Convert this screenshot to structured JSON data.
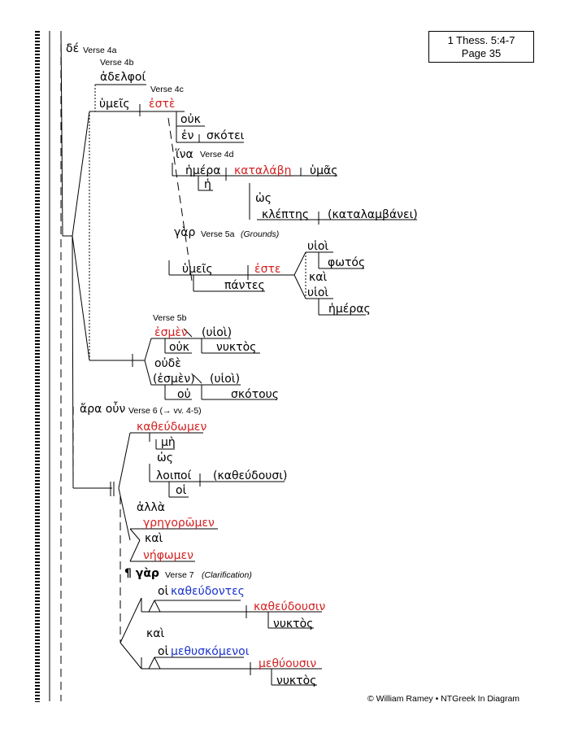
{
  "reference": {
    "line1": "1 Thess. 5:4-7",
    "line2": "Page 35"
  },
  "credit": "© William Ramey • NTGreek In Diagram",
  "labels": {
    "v4a": "Verse 4a",
    "v4b": "Verse 4b",
    "v4c": "Verse 4c",
    "v4d": "Verse 4d",
    "v5a": "Verse 5a",
    "v5a_note": "(Grounds)",
    "v5b": "Verse 5b",
    "v6": "Verse 6 (→ vv. 4-5)",
    "v7": "Verse 7",
    "v7_note": "(Clarification)"
  },
  "words": {
    "de": "δέ",
    "adelphoi": "ἀδελφοί",
    "hymeis1": "ὑμεῖς",
    "este1": "ἐστὲ",
    "ouk1": "οὐκ",
    "en": "ἐν",
    "skotei": "σκότει",
    "hina": "ἵνα",
    "hemera": "ἡμέρα",
    "katalabe": "καταλάβῃ",
    "hymas": "ὑμᾶς",
    "he": "ἡ",
    "hos1": "ὡς",
    "kleptes": "κλέπτης",
    "katalambanei": "(καταλαμβάνει)",
    "gar1": "γὰρ",
    "hymeis2": "ὑμεῖς",
    "pantes": "πάντες",
    "este2": "ἐστε",
    "huioi1": "υἱοὶ",
    "photos": "φωτός",
    "kai1": "καὶ",
    "huioi2": "υἱοὶ",
    "hemeras": "ἡμέρας",
    "esmen1": "ἐσμὲν",
    "huioi3": "(υἱοὶ)",
    "ouk2": "οὐκ",
    "nyktos1": "νυκτὸς",
    "oude": "οὐδὲ",
    "esmen2": "(ἐσμὲν)",
    "huioi4": "(υἱοὶ)",
    "ou": "οὐ",
    "skotous": "σκότους",
    "ara_oun": "ἄρα οὖν",
    "katheudomen": "καθεύδωμεν",
    "me": "μὴ",
    "hos2": "ὡς",
    "loipoi": "λοιποί",
    "katheudousi_p": "(καθεύδουσι)",
    "hoi1": "οἱ",
    "alla": "ἀλλὰ",
    "gregoromen": "γρηγορῶμεν",
    "kai2": "καὶ",
    "nephomen": "νήφωμεν",
    "para_gar": "¶ γὰρ",
    "hoi2": "οἱ",
    "katheudontes": "καθεύδοντες",
    "katheudousin": "καθεύδουσιν",
    "nyktos2": "νυκτὸς",
    "kai3": "καὶ",
    "hoi3": "οἱ",
    "methyskomenoi": "μεθυσκόμενοι",
    "methyousin": "μεθύουσιν",
    "nyktos3": "νυκτὸς"
  },
  "colors": {
    "finite_verb": "#d42020",
    "participle": "#1a33cc",
    "ink": "#000000"
  }
}
